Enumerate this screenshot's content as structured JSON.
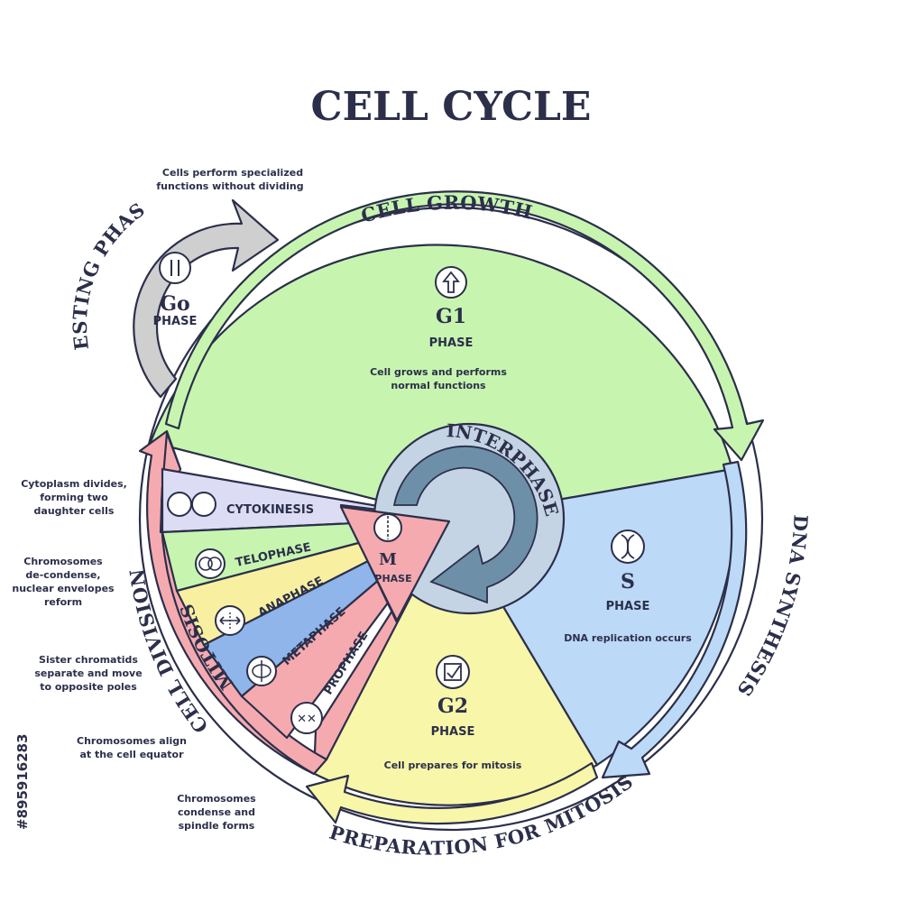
{
  "title": "CELL CYCLE",
  "labels": {
    "cell_growth": "CELL GROWTH",
    "dna_synthesis": "DNA SYNTHESIS",
    "preparation_for_mitosis": "PREPARATION FOR MITOSIS",
    "cell_division": "CELL DIVISION",
    "resting_phase": "RESTING PHASE",
    "interphase": "INTERPHASE",
    "mitosis": "MITOSIS"
  },
  "phases": {
    "g0": {
      "name": "Go",
      "sub": "PHASE"
    },
    "g1": {
      "name": "G1",
      "sub": "PHASE",
      "desc_line1": "Cell grows and performs",
      "desc_line2": "normal functions"
    },
    "s": {
      "name": "S",
      "sub": "PHASE",
      "desc_line1": "DNA replication occurs"
    },
    "g2": {
      "name": "G2",
      "sub": "PHASE",
      "desc_line1": "Cell prepares for mitosis"
    },
    "m": {
      "name": "M",
      "sub": "PHASE"
    }
  },
  "resting_desc": {
    "line1": "Cells perform specialized",
    "line2": "functions without dividing"
  },
  "mitosis_stages": {
    "cytokinesis": "CYTOKINESIS",
    "telophase": "TELOPHASE",
    "anaphase": "ANAPHASE",
    "metaphase": "METAPHASE",
    "prophase": "PROPHASE"
  },
  "side_notes": {
    "cytokinesis": {
      "line1": "Cytoplasm divides,",
      "line2": "forming two",
      "line3": "daughter cells"
    },
    "telophase": {
      "line1": "Chromosomes",
      "line2": "de-condense,",
      "line3": "nuclear envelopes",
      "line4": "reform"
    },
    "anaphase": {
      "line1": "Sister chromatids",
      "line2": "separate and move",
      "line3": "to opposite poles"
    },
    "metaphase": {
      "line1": "Chromosomes align",
      "line2": "at the cell equator"
    },
    "prophase": {
      "line1": "Chromosomes",
      "line2": "condense and",
      "line3": "spindle forms"
    }
  },
  "watermark": "#895916283",
  "colors": {
    "g1": "#c7f5b0",
    "s": "#bcd9f7",
    "g2": "#f8f6a8",
    "division": "#f5aab0",
    "inner": "#c5d4e4",
    "interphase_arrow": "#6e8fa8",
    "resting_arrow": "#cfcfcf",
    "ink": "#2b2f4a"
  }
}
